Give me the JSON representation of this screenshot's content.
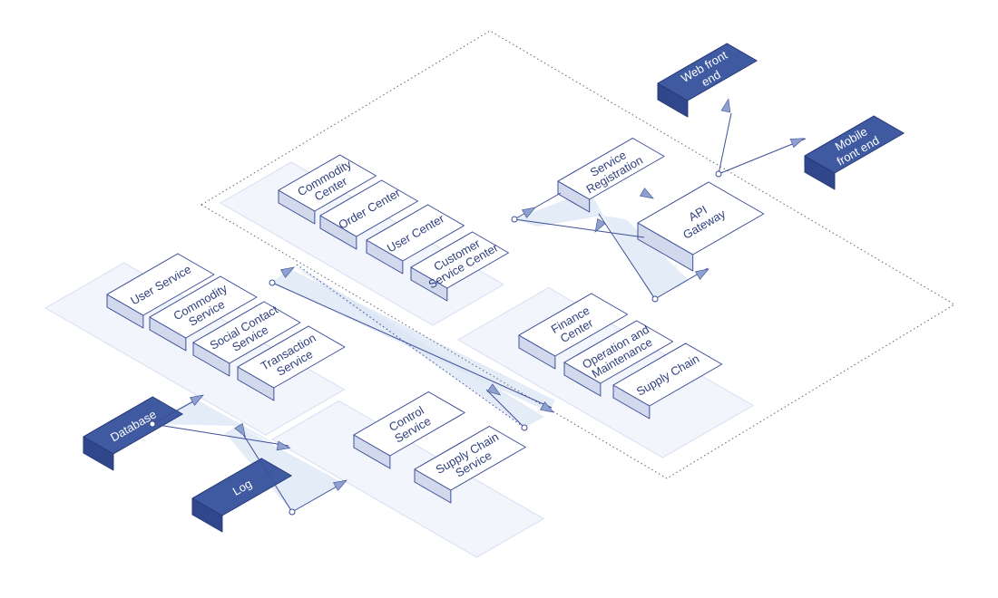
{
  "colors": {
    "line": "#3d4f98",
    "dark_top": "#3f5aa0",
    "dark_left": "#27397a",
    "dark_right": "#31478c",
    "box_top": "#ffffff",
    "box_left": "#e6eaf5",
    "box_right": "#d2d9ec",
    "plate": "#f2f5fb",
    "plate_edge": "#d6def0",
    "beam": "#dbe6f6"
  },
  "groups": {
    "top_center": {
      "commodity_center": [
        "Commodity",
        "Center"
      ],
      "order_center": [
        "Order Center"
      ],
      "user_center": [
        "User Center"
      ],
      "customer_service_center": [
        "Customer",
        "Service Center"
      ]
    },
    "left": {
      "user_service": [
        "User Service"
      ],
      "commodity_service": [
        "Commodity",
        "Service"
      ],
      "social_contact_service": [
        "Social Contact",
        "Service"
      ],
      "transaction_service": [
        "Transaction",
        "Service"
      ]
    },
    "right": {
      "finance_center": [
        "Finance",
        "Center"
      ],
      "operation_maintenance": [
        "Operation and",
        "Maintenance"
      ],
      "supply_chain": [
        "Supply Chain"
      ]
    },
    "bottom": {
      "control_service": [
        "Control",
        "Service"
      ],
      "supply_chain_service": [
        "Supply Chain",
        "Service"
      ]
    },
    "gateway": {
      "service_registration": [
        "Service",
        "Registration"
      ],
      "api_gateway": [
        "API",
        "Gateway"
      ]
    }
  },
  "endpoints": {
    "web_front_end": [
      "Web front",
      "end"
    ],
    "mobile_front_end": [
      "Mobile",
      "front end"
    ],
    "database": [
      "Database"
    ],
    "log": [
      "Log"
    ]
  }
}
